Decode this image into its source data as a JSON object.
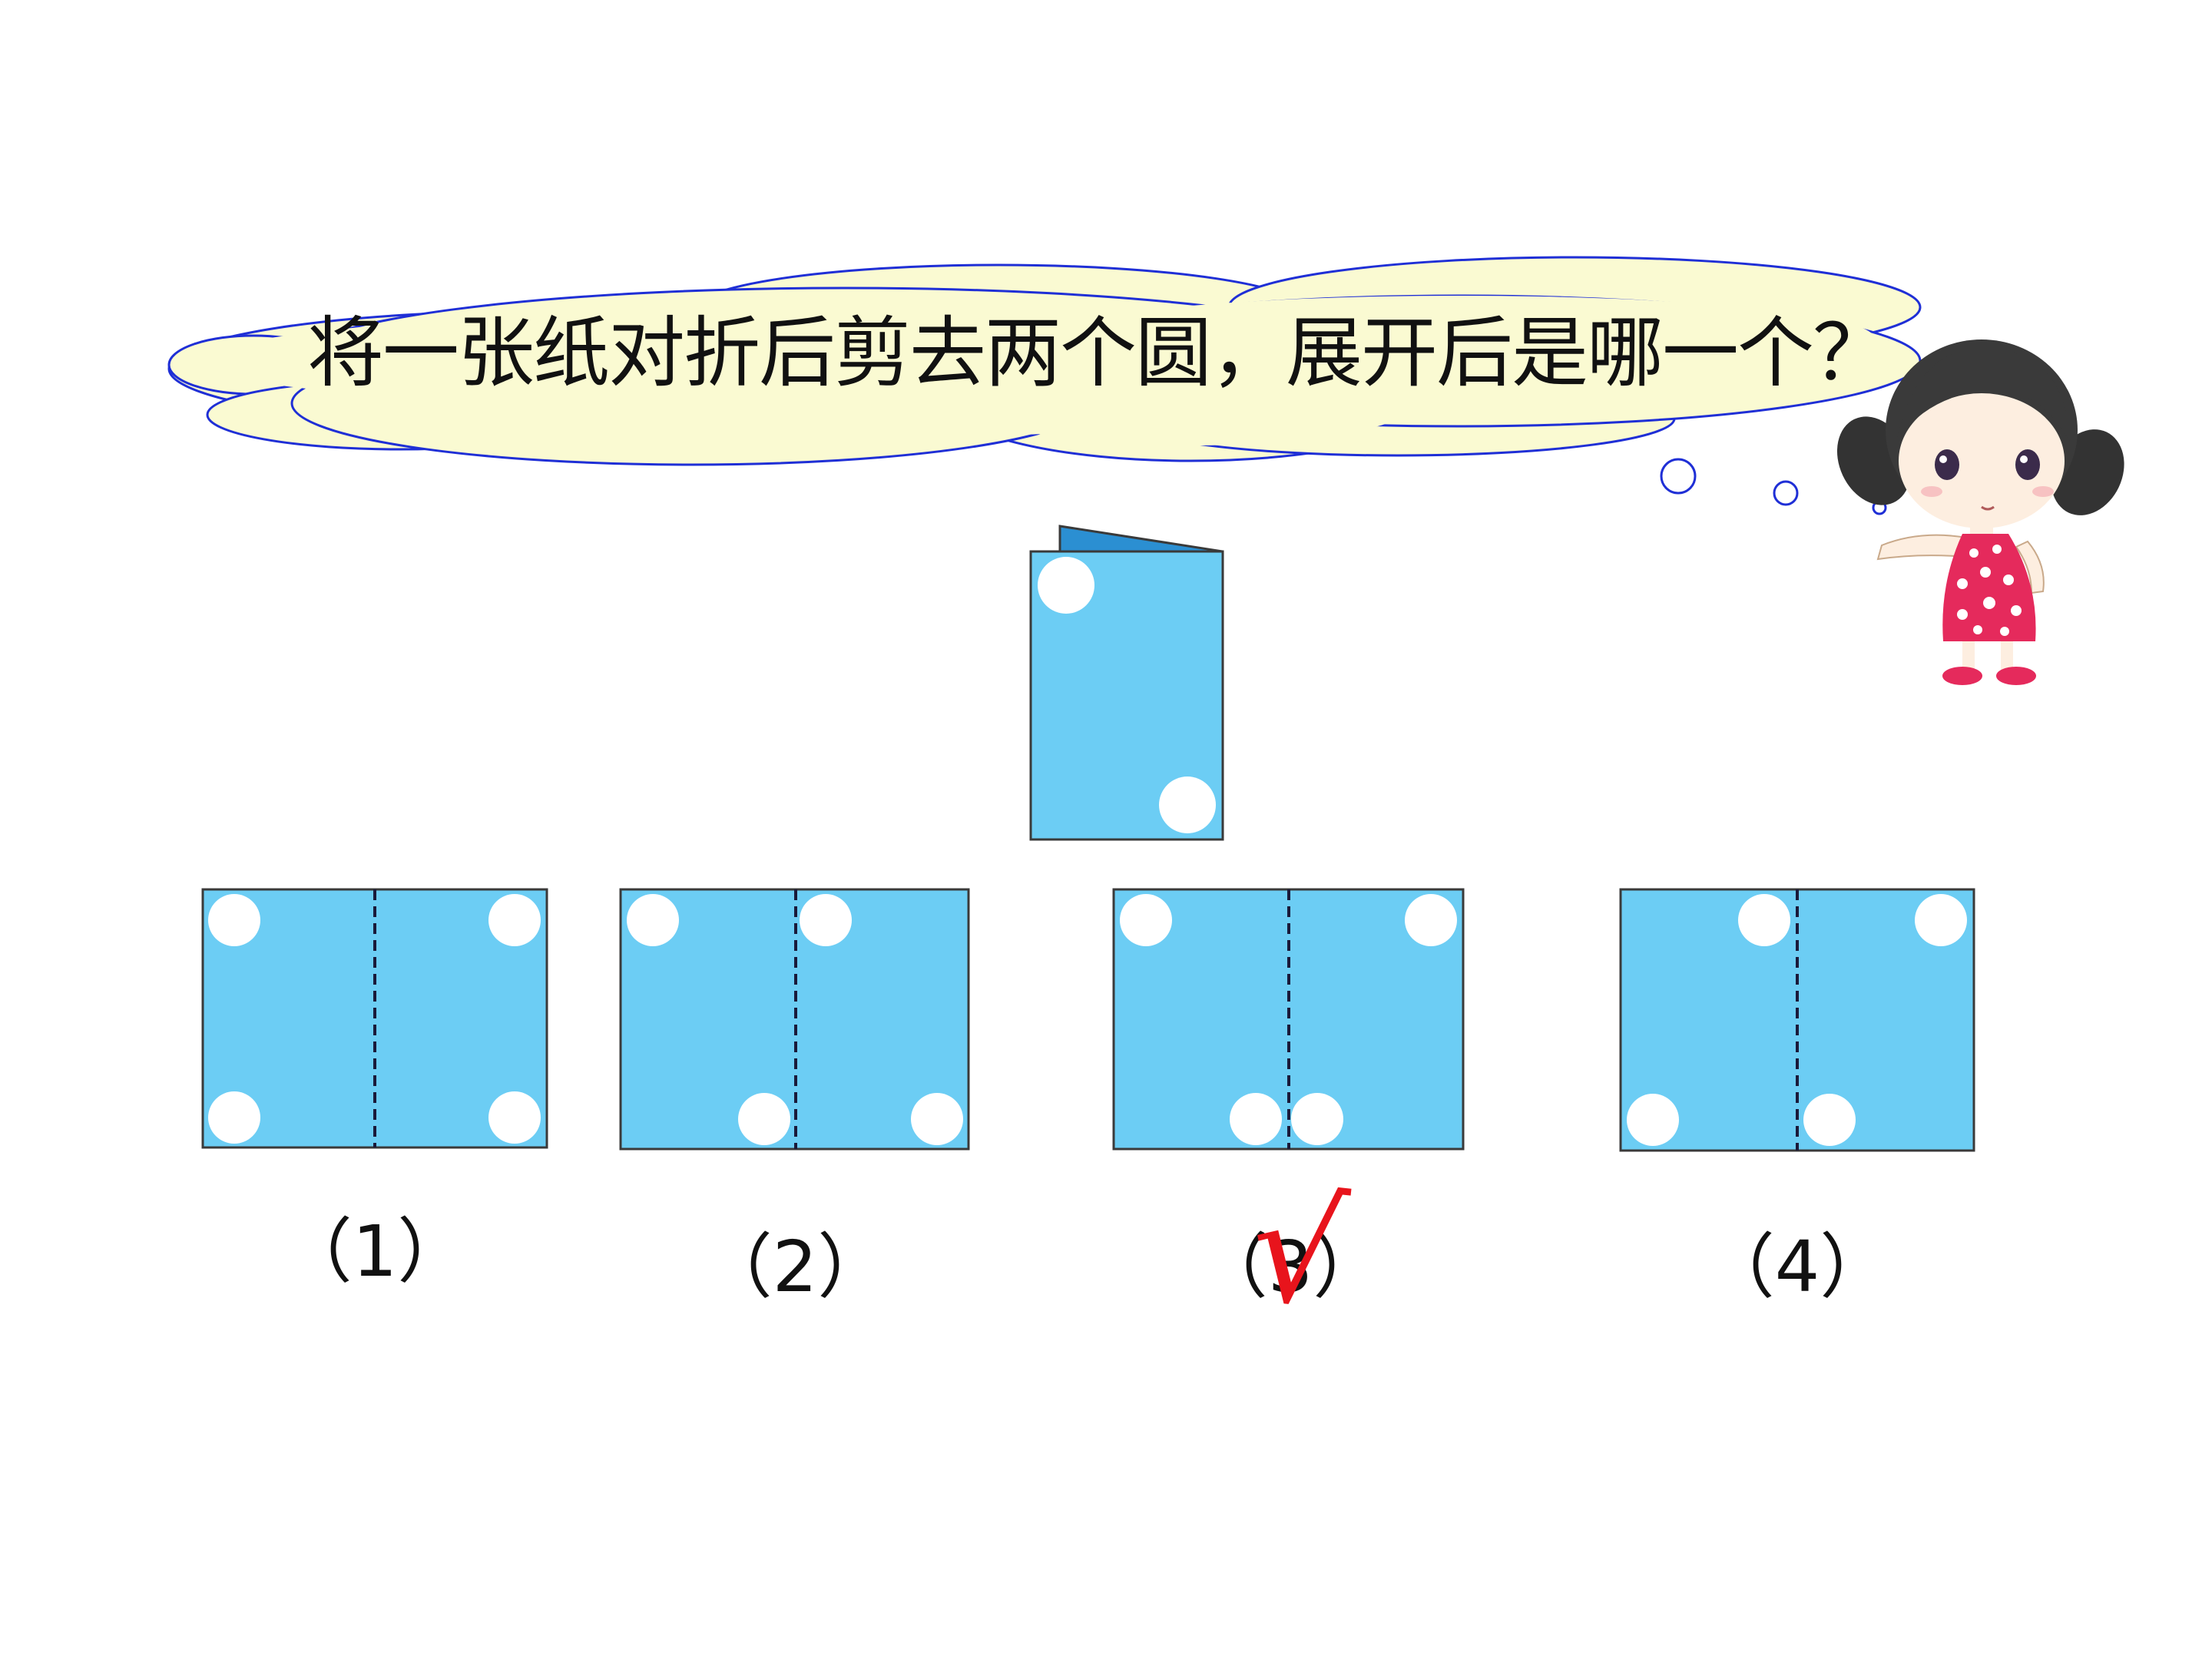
{
  "question": "将一张纸对折后剪去两个圆，展开后是哪一个？",
  "options": [
    {
      "label": "（1）"
    },
    {
      "label": "（2）"
    },
    {
      "label": "（3）"
    },
    {
      "label": "（4）"
    }
  ],
  "answer_mark": "√",
  "correct_option": 3,
  "colors": {
    "paper": "#6ccdf4",
    "paper_fold": "#2b8fd2",
    "cut_hole": "#ffffff",
    "cloud_fill": "#fafad2",
    "cloud_outline": "#1f2fd6",
    "check_mark": "#e8141c",
    "dress": "#e52a5c"
  }
}
